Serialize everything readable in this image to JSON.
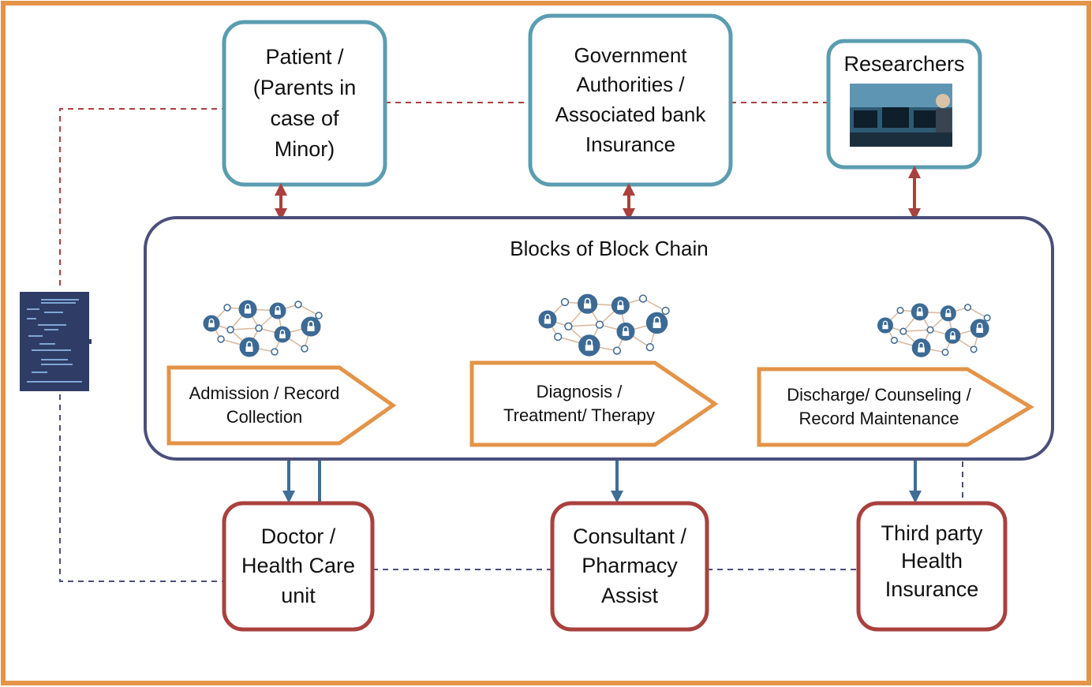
{
  "blockchain": {
    "title": "Blocks of Block Chain"
  },
  "top_nodes": {
    "patient": "Patient /\n(Parents in\ncase of\nMinor)",
    "government": "Government\nAuthorities /\nAssociated bank\nInsurance",
    "researchers": "Researchers"
  },
  "stages": {
    "admission": "Admission / Record\nCollection",
    "diagnosis": "Diagnosis /\nTreatment/ Therapy",
    "discharge": "Discharge/ Counseling /\nRecord Maintenance"
  },
  "bottom_nodes": {
    "doctor": "Doctor /\nHealth Care\nunit",
    "consultant": "Consultant /\nPharmacy\nAssist",
    "insurance": "Third party\nHealth\nInsurance"
  },
  "colors": {
    "frame": "#E39448",
    "top_border": "#5B9DB0",
    "bottom_border": "#A9413F",
    "chain_border": "#4A4F7A",
    "stage_border": "#E39448",
    "arrow_red": "#A9413F",
    "arrow_blue": "#3F6E96",
    "network_node": "#3C6A95"
  }
}
